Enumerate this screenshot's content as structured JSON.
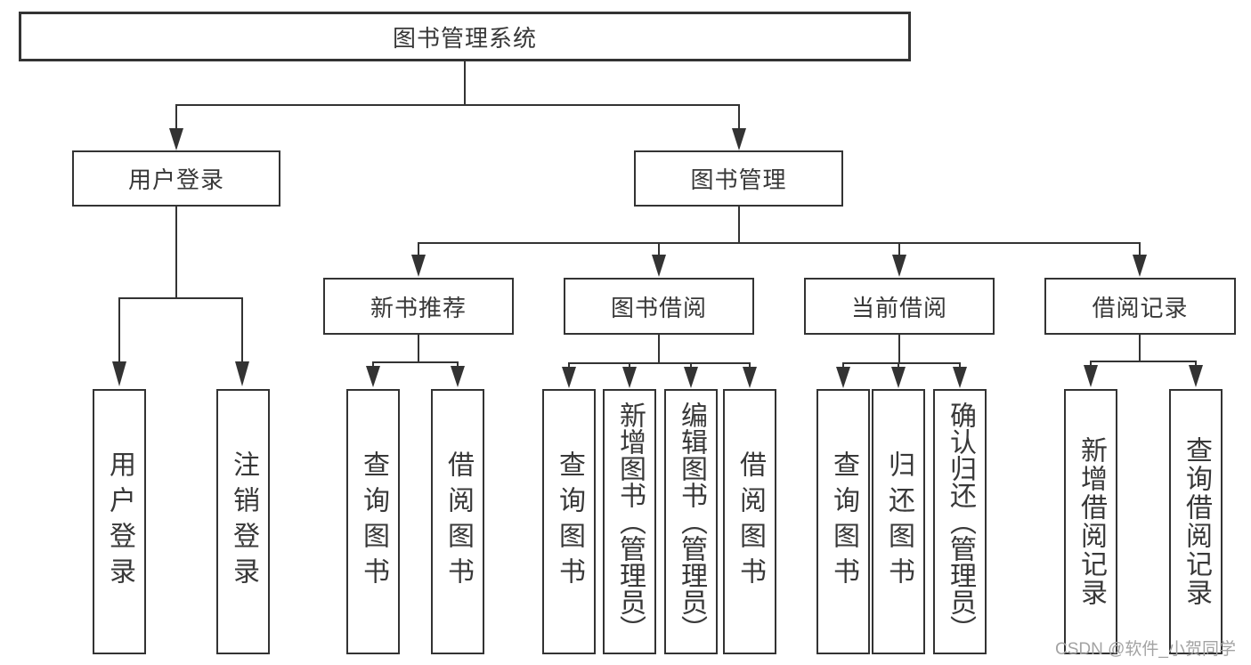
{
  "tree": {
    "root": {
      "label": "图书管理系统",
      "children": [
        {
          "label": "用户登录",
          "children": [
            {
              "label": "用户登录"
            },
            {
              "label": "注销登录"
            }
          ]
        },
        {
          "label": "图书管理",
          "children": [
            {
              "label": "新书推荐",
              "children": [
                {
                  "label": "查询图书"
                },
                {
                  "label": "借阅图书"
                }
              ]
            },
            {
              "label": "图书借阅",
              "children": [
                {
                  "label": "查询图书"
                },
                {
                  "label": "新增图书（管理员）"
                },
                {
                  "label": "编辑图书（管理员）"
                },
                {
                  "label": "借阅图书"
                }
              ]
            },
            {
              "label": "当前借阅",
              "children": [
                {
                  "label": "查询图书"
                },
                {
                  "label": "归还图书"
                },
                {
                  "label": "确认归还（管理员）"
                }
              ]
            },
            {
              "label": "借阅记录",
              "children": [
                {
                  "label": "新增借阅记录"
                },
                {
                  "label": "查询借阅记录"
                }
              ]
            }
          ]
        }
      ]
    }
  },
  "watermark": {
    "text": "CSDN @软件_小贺同学"
  },
  "colors": {
    "line": "#333333",
    "border": "#333333",
    "text": "#383838",
    "background": "#ffffff",
    "watermark": "#a3a3a3"
  }
}
